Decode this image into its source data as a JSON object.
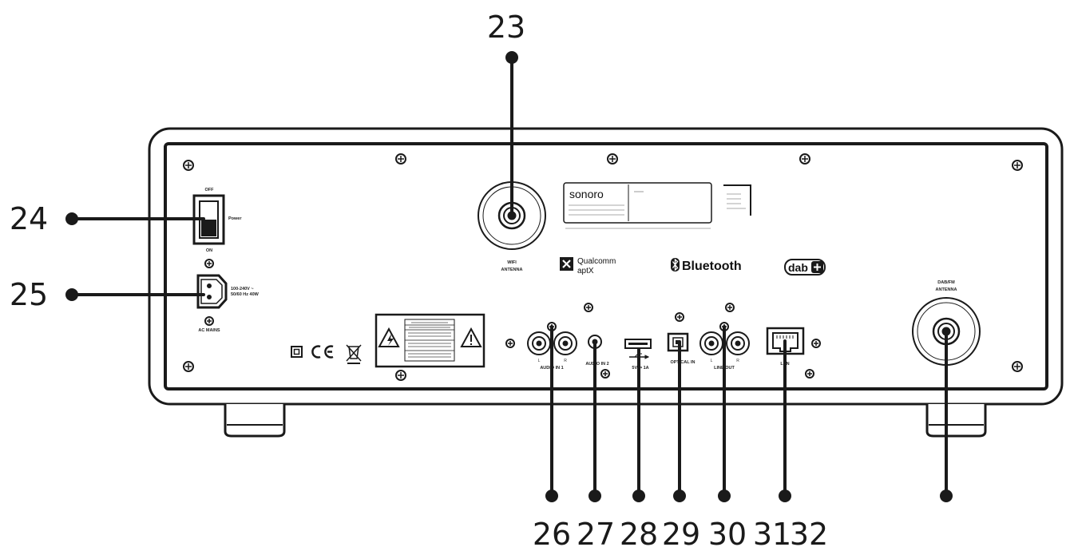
{
  "callouts": [
    {
      "id": "23",
      "label": "23"
    },
    {
      "id": "24",
      "label": "24"
    },
    {
      "id": "25",
      "label": "25"
    },
    {
      "id": "26",
      "label": "26"
    },
    {
      "id": "27",
      "label": "27"
    },
    {
      "id": "28",
      "label": "28"
    },
    {
      "id": "29",
      "label": "29"
    },
    {
      "id": "30",
      "label": "30"
    },
    {
      "id": "31",
      "label": "31"
    },
    {
      "id": "32",
      "label": "32"
    }
  ],
  "panel": {
    "switch_off": "OFF",
    "switch_on": "ON",
    "switch_power": "Power",
    "ac_mains": "AC MAINS",
    "ac_rating": "100-240V ~",
    "ac_rating2": "50/60 Hz 40W",
    "wifi_antenna_1": "WIFI",
    "wifi_antenna_2": "ANTENNA",
    "dab_antenna_1": "DAB/FM",
    "dab_antenna_2": "ANTENNA",
    "audio_in_1": "AUDIO IN 1",
    "audio_in_2": "AUDIO IN 2",
    "usb": "5V ⎓ 1A",
    "optical_in": "OPTICAL IN",
    "line_out": "LINE OUT",
    "lan": "LAN",
    "left": "L",
    "right": "R"
  },
  "logos": {
    "sonoro": "sonoro",
    "qualcomm": "Qualcomm",
    "aptx": "aptX",
    "bluetooth": "Bluetooth",
    "dab": "dab"
  },
  "colors": {
    "line": "#1a1a1a",
    "panel_fill": "#ffffff"
  }
}
